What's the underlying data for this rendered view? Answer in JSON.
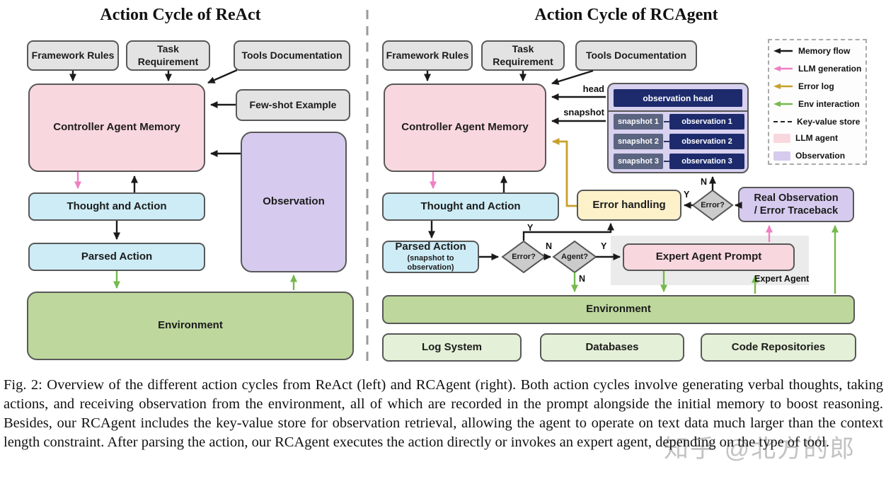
{
  "figure": {
    "left": {
      "title": "Action Cycle of ReAct",
      "framework_rules": "Framework Rules",
      "task_requirement": "Task Requirement",
      "tools_documentation": "Tools Documentation",
      "controller_agent_memory": "Controller Agent Memory",
      "few_shot_example": "Few-shot Example",
      "observation": "Observation",
      "thought_and_action": "Thought and Action",
      "parsed_action": "Parsed Action",
      "environment": "Environment"
    },
    "right": {
      "title": "Action Cycle of RCAgent",
      "framework_rules": "Framework Rules",
      "task_requirement": "Task Requirement",
      "tools_documentation": "Tools Documentation",
      "controller_agent_memory": "Controller Agent Memory",
      "thought_and_action": "Thought and Action",
      "parsed_action": "Parsed Action",
      "parsed_action_sub": "(snapshot to observation)",
      "error_handling": "Error handling",
      "error_question": "Error?",
      "agent_question": "Agent?",
      "real_observation_line1": "Real Observation",
      "real_observation_line2": "/ Error Traceback",
      "expert_agent_prompt": "Expert Agent Prompt",
      "expert_agent_label": "Expert Agent",
      "environment": "Environment",
      "log_system": "Log System",
      "databases": "Databases",
      "code_repositories": "Code Repositories",
      "head_label": "head",
      "snapshot_label": "snapshot",
      "branch_yes": "Y",
      "branch_no": "N",
      "kv_store": {
        "head": "observation head",
        "rows": [
          {
            "snapshot": "snapshot 1",
            "observation": "observation 1"
          },
          {
            "snapshot": "snapshot 2",
            "observation": "observation 2"
          },
          {
            "snapshot": "snapshot 3",
            "observation": "observation 3"
          }
        ]
      }
    },
    "legend": {
      "items": [
        {
          "type": "arrow",
          "color": "#1a1a1a",
          "label": "Memory flow"
        },
        {
          "type": "arrow",
          "color": "#ef7fc3",
          "label": "LLM generation"
        },
        {
          "type": "arrow",
          "color": "#c8a02b",
          "label": "Error log"
        },
        {
          "type": "arrow",
          "color": "#76b94e",
          "label": "Env interaction"
        },
        {
          "type": "dash",
          "color": "#222222",
          "label": "Key-value store"
        },
        {
          "type": "swatch",
          "color": "#f9d7de",
          "label": "LLM agent"
        },
        {
          "type": "swatch",
          "color": "#d6cbee",
          "label": "Observation"
        }
      ]
    },
    "colors": {
      "llm_agent_pink": "#f9d7de",
      "observation_purple": "#d6cbee",
      "action_cyan": "#cdecf6",
      "environment_green": "#bdd79c",
      "resource_green": "#e4f0d7",
      "error_handling_yellow": "#fdf1ca",
      "kv_navy": "#1d2b6d",
      "kv_slate": "#5b6480",
      "memory_flow_black": "#1a1a1a",
      "llm_generation_pink": "#ef7fc3",
      "error_log_gold": "#c8a02b",
      "env_interaction_green": "#76b94e"
    }
  },
  "caption": "Fig. 2: Overview of the different action cycles from ReAct (left) and RCAgent (right). Both action cycles involve generating verbal thoughts, taking actions, and receiving observation from the environment, all of which are recorded in the prompt alongside the initial memory to boost reasoning. Besides, our RCAgent includes the key-value store for observation retrieval, allowing the agent to operate on text data much larger than the context length constraint. After parsing the action, our RCAgent executes the action directly or invokes an expert agent, depending on the type of tool.",
  "watermark": "知乎 @北方的郎"
}
